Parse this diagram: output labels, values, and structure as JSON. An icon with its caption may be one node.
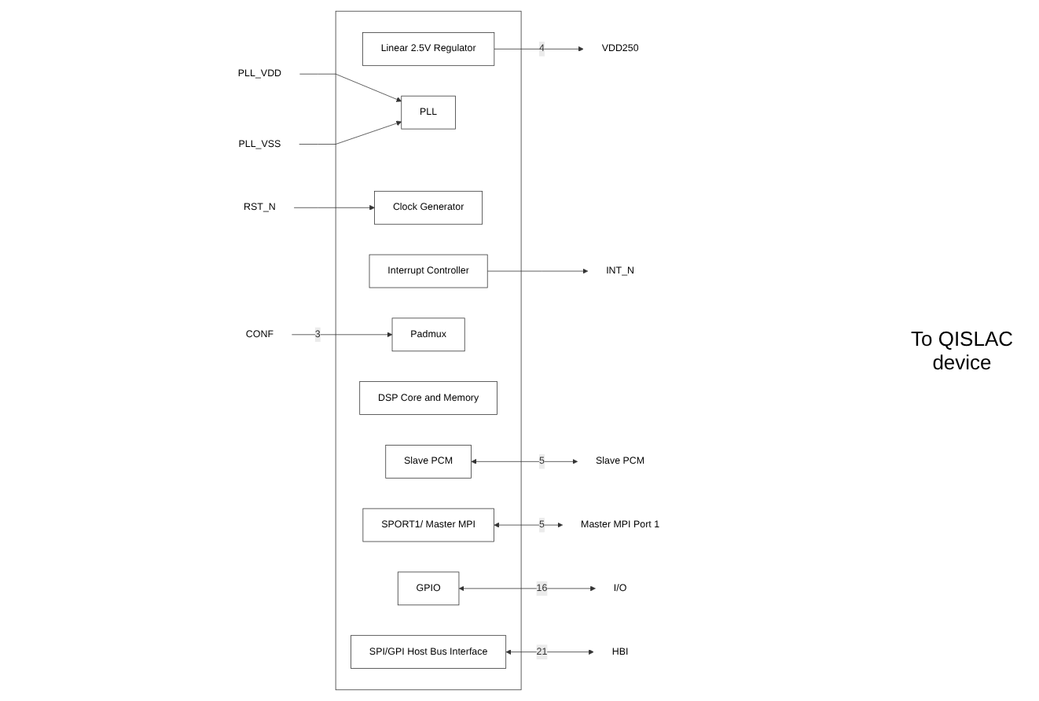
{
  "diagram": {
    "nodes": [
      {
        "text": [],
        "shape": "box"
      },
      {
        "text": [
          "Linear 2.5V Regulator"
        ],
        "in": 0
      },
      {
        "text": [
          "PLL"
        ],
        "in": 0
      },
      {
        "text": [
          "Clock Generator"
        ],
        "in": 0
      },
      {
        "text": [
          "Interrupt Controller"
        ],
        "in": 0
      },
      {
        "text": [
          "Padmux"
        ],
        "in": 0
      },
      {
        "text": [
          "DSP Core and Memory"
        ],
        "in": 0
      },
      {
        "text": [
          "Slave PCM"
        ],
        "in": 0
      },
      {
        "text": [
          "SPORT1/ Master MPI"
        ],
        "in": 0
      },
      {
        "text": [
          "GPIO"
        ],
        "in": 0
      },
      {
        "text": [
          "SPI/GPI Host Bus Interface"
        ],
        "in": 0
      },
      {
        "text": [
          "VDD250"
        ]
      },
      {
        "text": [
          "PLL_VDD"
        ]
      },
      {
        "text": [
          "PLL_VSS"
        ]
      },
      {
        "text": [
          "RST_N"
        ]
      },
      {
        "text": [
          "INT_N"
        ]
      },
      {
        "text": [
          "CONF"
        ]
      },
      {
        "text": [
          "Slave PCM"
        ]
      },
      {
        "text": [
          "Master MPI Port 1"
        ]
      },
      {
        "text": [
          "I/O"
        ]
      },
      {
        "text": [
          "HBI"
        ]
      }
    ],
    "edges": [
      {
        "from": 1,
        "to": 11,
        "arrow": "to",
        "label": "4"
      },
      {
        "from": 12,
        "to": 2,
        "arrow": "to"
      },
      {
        "from": 13,
        "to": 2,
        "arrow": "to"
      },
      {
        "from": 14,
        "to": 3,
        "arrow": "to"
      },
      {
        "from": 4,
        "to": 15,
        "arrow": "to"
      },
      {
        "from": 16,
        "to": 5,
        "arrow": "to",
        "label": "3"
      },
      {
        "from": 7,
        "to": 17,
        "arrow": "both",
        "label": "5"
      },
      {
        "from": 8,
        "to": 18,
        "arrow": "both",
        "label": "5"
      },
      {
        "from": 9,
        "to": 19,
        "arrow": "both",
        "label": "16"
      },
      {
        "from": 10,
        "to": 20,
        "arrow": "both",
        "label": "21"
      }
    ],
    "labels": [
      "To QISLAC device"
    ]
  }
}
